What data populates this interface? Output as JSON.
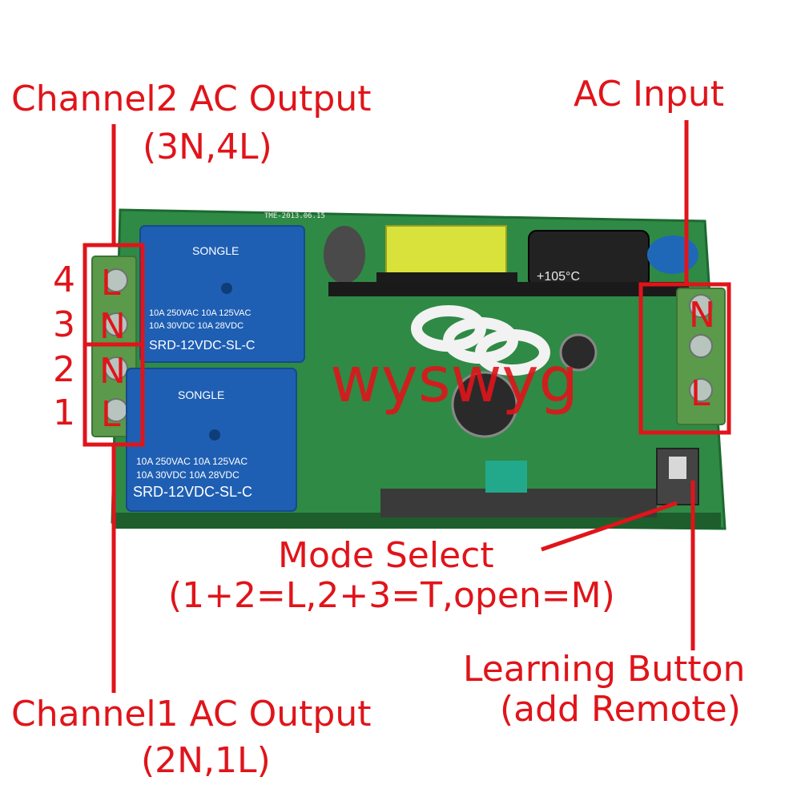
{
  "labels": {
    "channel2_title": "Channel2 AC Output",
    "channel2_pins": "(3N,4L)",
    "channel1_title": "Channel1 AC Output",
    "channel1_pins": "(2N,1L)",
    "ac_input": "AC Input",
    "mode_select": "Mode Select",
    "mode_select_detail": "(1+2=L,2+3=T,open=M)",
    "learning_button": "Learning Button",
    "learning_button_detail": "(add Remote)"
  },
  "terminal_numbers": [
    "4",
    "3",
    "2",
    "1"
  ],
  "output_terminal_letters": [
    "L",
    "N",
    "N",
    "L"
  ],
  "input_terminal_letters": [
    "N",
    "L"
  ],
  "watermark": "wyswyg",
  "relays": {
    "brand": "SONGLE",
    "rating_1": "10A 250VAC  10A 125VAC",
    "rating_2": "10A  30VDC  10A  28VDC",
    "model": "SRD-12VDC-SL-C"
  },
  "board_marking": "TME-2013.06.15",
  "capacitor_label": "+105°C",
  "colors": {
    "annotation_red": "#e0141a",
    "pcb_green": "#2f8a45",
    "relay_blue": "#1f5fb3",
    "terminal_green": "#5a9a4a"
  }
}
